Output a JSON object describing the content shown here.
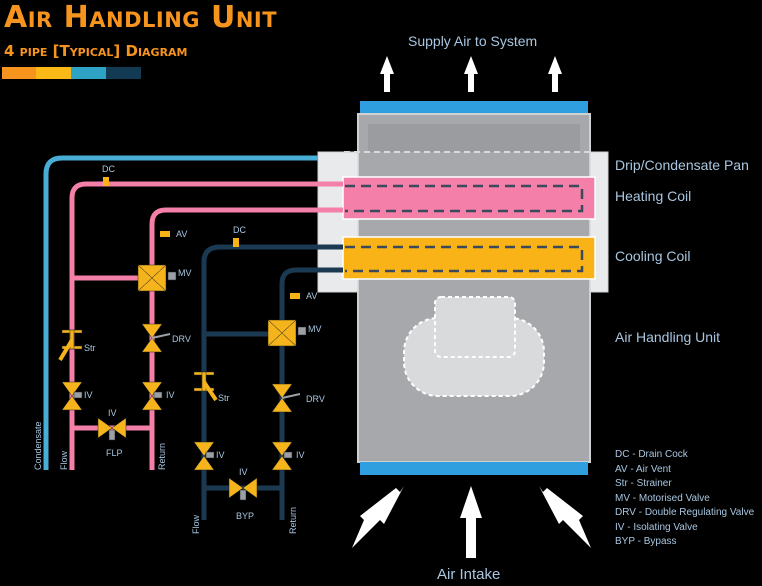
{
  "header": {
    "title": "Air Handling Unit",
    "subtitle": "4 pipe [Typical] Diagram",
    "palette": [
      "#f7941d",
      "#fbb918",
      "#2ea3c6",
      "#123a52"
    ]
  },
  "airflow": {
    "supply_label": "Supply Air to System",
    "intake_label": "Air Intake"
  },
  "components": {
    "drip_pan": "Drip/Condensate Pan",
    "heating_coil": "Heating Coil",
    "cooling_coil": "Cooling Coil",
    "unit": "Air Handling Unit"
  },
  "valve_labels": {
    "dc": "DC",
    "av": "AV",
    "mv": "MV",
    "drv": "DRV",
    "str": "Str",
    "iv": "IV",
    "flp": "FLP",
    "byp": "BYP"
  },
  "pipe_labels": {
    "condensate": "Condensate",
    "flow": "Flow",
    "return": "Return"
  },
  "legend": [
    "DC - Drain Cock",
    "AV - Air Vent",
    "Str - Strainer",
    "MV - Motorised Valve",
    "DRV - Double Regulating Valve",
    "IV - Isolating Valve",
    "BYP - Bypass"
  ],
  "colors": {
    "heating": "#f47fa8",
    "cooling": "#f9b316",
    "condensate": "#48aed6",
    "chilled_pipe": "#1b3a52",
    "unit_grey": "#a6a8ab",
    "valve": "#f5b41b",
    "panel_blue": "#2f9fe0"
  }
}
